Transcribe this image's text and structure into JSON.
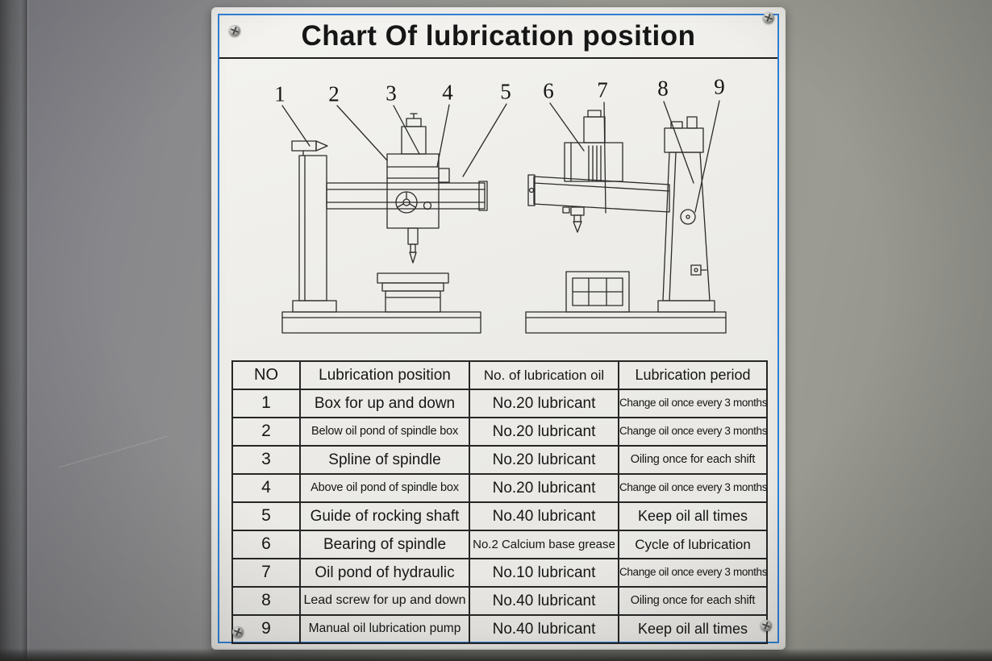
{
  "sign": {
    "title": "Chart Of lubrication position",
    "callouts": [
      "1",
      "2",
      "3",
      "4",
      "5",
      "6",
      "7",
      "8",
      "9"
    ],
    "table": {
      "headers": [
        "NO",
        "Lubrication position",
        "No. of lubrication oil",
        "Lubrication period"
      ],
      "rows": [
        [
          "1",
          "Box for up and down",
          "No.20 lubricant",
          "Change oil once every 3 months"
        ],
        [
          "2",
          "Below oil pond of spindle box",
          "No.20 lubricant",
          "Change oil once every 3 months"
        ],
        [
          "3",
          "Spline of spindle",
          "No.20 lubricant",
          "Oiling once for each shift"
        ],
        [
          "4",
          "Above oil pond of spindle box",
          "No.20 lubricant",
          "Change oil once every 3 months"
        ],
        [
          "5",
          "Guide of rocking shaft",
          "No.40 lubricant",
          "Keep oil all times"
        ],
        [
          "6",
          "Bearing of spindle",
          "No.2 Calcium base grease",
          "Cycle of lubrication"
        ],
        [
          "7",
          "Oil pond of hydraulic",
          "No.10 lubricant",
          "Change oil once every 3 months"
        ],
        [
          "8",
          "Lead screw for up and down",
          "No.40 lubricant",
          "Oiling once for each shift"
        ],
        [
          "9",
          "Manual oil lubrication pump",
          "No.40 lubricant",
          "Keep oil all times"
        ]
      ]
    },
    "colors": {
      "border_blue": "#2f7fd6",
      "line_dark": "#262626",
      "text_dark": "#161616"
    }
  }
}
